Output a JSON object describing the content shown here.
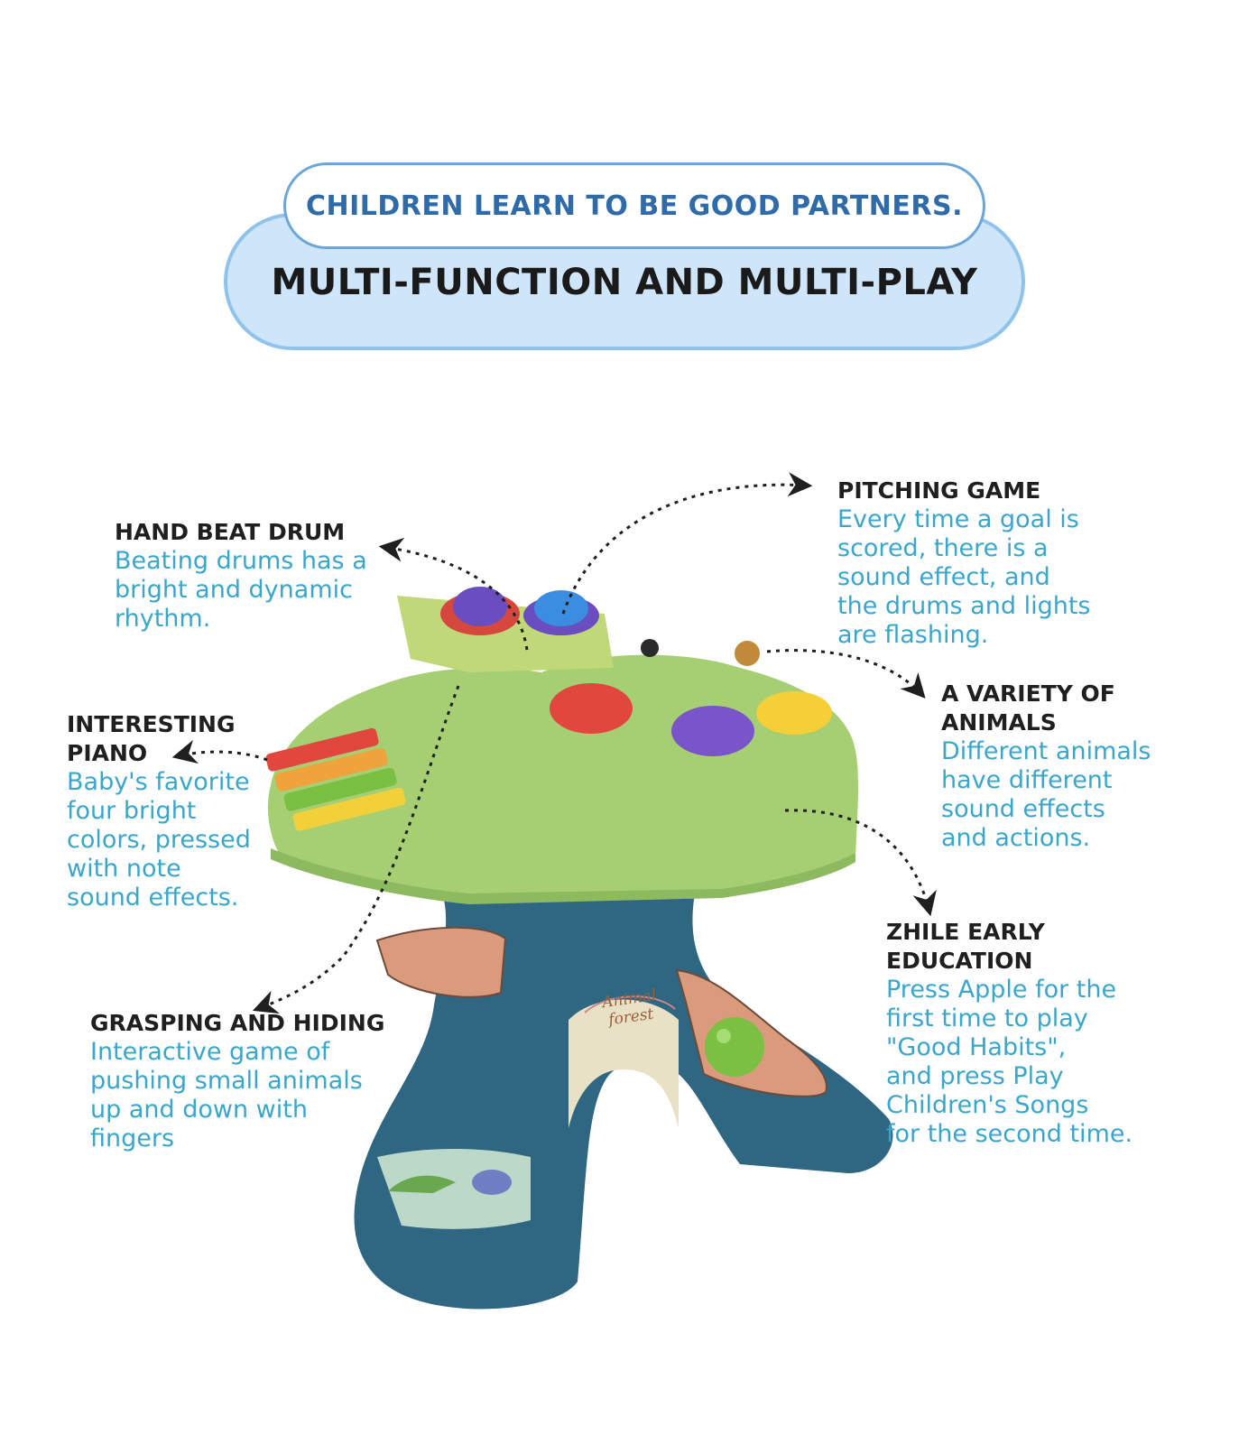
{
  "banner": {
    "subtitle": "CHILDREN LEARN TO BE GOOD PARTNERS.",
    "title": "MULTI-FUNCTION AND MULTI-PLAY"
  },
  "features": {
    "hand_beat_drum": {
      "title": "HAND BEAT DRUM",
      "lines": [
        "Beating drums has a",
        "bright and dynamic",
        "rhythm."
      ]
    },
    "pitching_game": {
      "title": "PITCHING GAME",
      "lines": [
        "Every time a goal is",
        "scored, there is a",
        "sound effect, and",
        "the drums and lights",
        "are flashing."
      ]
    },
    "interesting_piano": {
      "title_lines": [
        "INTERESTING",
        "PIANO"
      ],
      "lines": [
        "Baby's favorite",
        "four bright",
        "colors, pressed",
        "with note",
        "sound effects."
      ]
    },
    "animals": {
      "title_lines": [
        "A VARIETY OF",
        "ANIMALS"
      ],
      "lines": [
        "Different animals",
        "have different",
        "sound effects",
        "and actions."
      ]
    },
    "early_education": {
      "title_lines": [
        "ZHILE EARLY",
        "EDUCATION"
      ],
      "lines": [
        "Press Apple for the",
        "first time to play",
        "\"Good Habits\",",
        "and press Play",
        "Children's Songs",
        "for the second time."
      ]
    },
    "grasping": {
      "title": "GRASPING AND HIDING",
      "lines": [
        "Interactive game of",
        "pushing small animals",
        "up and down with",
        "fingers"
      ]
    }
  },
  "toy": {
    "sign_line1": "Animal",
    "sign_line2": "forest"
  },
  "colors": {
    "banner_fill": "#cfe6fa",
    "banner_border": "#8fc3ec",
    "accent_text": "#3aa6cc",
    "canopy": "#a6cf73",
    "trunk": "#2f6682"
  }
}
